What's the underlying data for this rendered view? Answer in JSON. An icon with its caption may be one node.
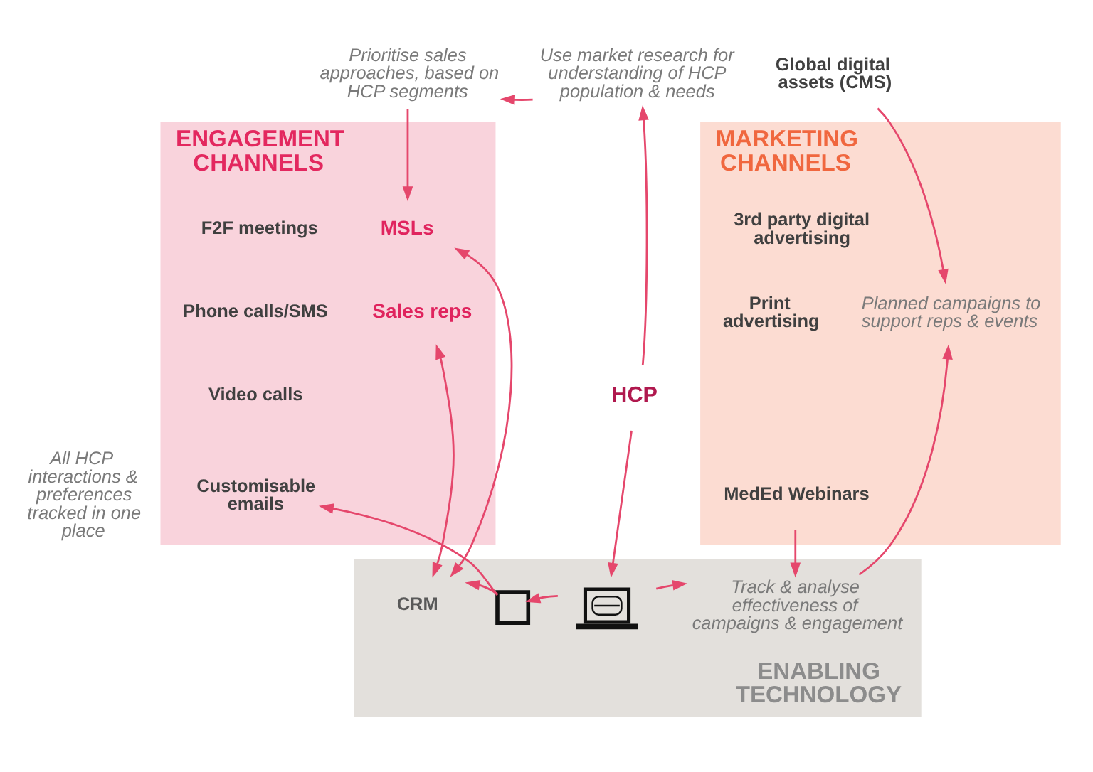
{
  "diagram": {
    "nodes": [
      {
        "text": [
          "Prioritise sales approaches, based on HCP segments"
        ]
      },
      {
        "text": [
          "Use market research for understanding of HCP population & needs"
        ]
      },
      {
        "text": [
          "Global digital assets (CMS)"
        ]
      },
      {
        "text": [
          "ENGAGEMENT CHANNELS"
        ]
      },
      {
        "text": [
          "MSLs"
        ],
        "in": 3
      },
      {
        "text": [
          "Sales reps"
        ],
        "in": 3
      },
      {
        "text": [
          "F2F meetings"
        ],
        "in": 3
      },
      {
        "text": [
          "Phone calls/SMS"
        ],
        "in": 3
      },
      {
        "text": [
          "Video calls"
        ],
        "in": 3
      },
      {
        "text": [
          "Customisable emails"
        ],
        "in": 3
      },
      {
        "text": [
          "HCP"
        ]
      },
      {
        "text": [
          "MARKETING CHANNELS"
        ]
      },
      {
        "text": [
          "3rd party digital advertising"
        ],
        "in": 11
      },
      {
        "text": [
          "Print advertising"
        ],
        "in": 11
      },
      {
        "text": [
          "MedEd Webinars"
        ],
        "in": 11
      },
      {
        "text": [
          "Planned campaigns to support reps & events"
        ],
        "in": 11
      },
      {
        "text": [
          "ENABLING TECHNOLOGY"
        ]
      },
      {
        "text": [
          "CRM"
        ],
        "in": 16
      },
      {
        "text": [],
        "shape": "box",
        "in": 16
      },
      {
        "text": [],
        "shape": "picture",
        "in": 16
      },
      {
        "text": [
          "Track & analyse effectiveness of campaigns & engagement"
        ],
        "in": 16
      }
    ],
    "edges": [
      {
        "from": 1,
        "to": 0,
        "arrow": "to"
      },
      {
        "from": 0,
        "to": 4,
        "arrow": "to"
      },
      {
        "from": 10,
        "to": 1,
        "arrow": "to"
      },
      {
        "from": 10,
        "to": 19,
        "arrow": "to"
      },
      {
        "from": 19,
        "to": 18,
        "arrow": "to"
      },
      {
        "from": 18,
        "to": 17,
        "arrow": "to"
      },
      {
        "from": 18,
        "to": 9,
        "arrow": "to"
      },
      {
        "from": 19,
        "to": 20,
        "arrow": "to"
      },
      {
        "from": 14,
        "to": 20,
        "arrow": "to"
      },
      {
        "from": 20,
        "to": 15,
        "arrow": "to"
      },
      {
        "from": 2,
        "to": 15,
        "arrow": "to"
      },
      {
        "from": 17,
        "to": 4,
        "arrow": "both"
      },
      {
        "from": 17,
        "to": 5,
        "arrow": "both"
      }
    ],
    "labels": [
      "All HCP interactions & preferences tracked in one place"
    ]
  }
}
